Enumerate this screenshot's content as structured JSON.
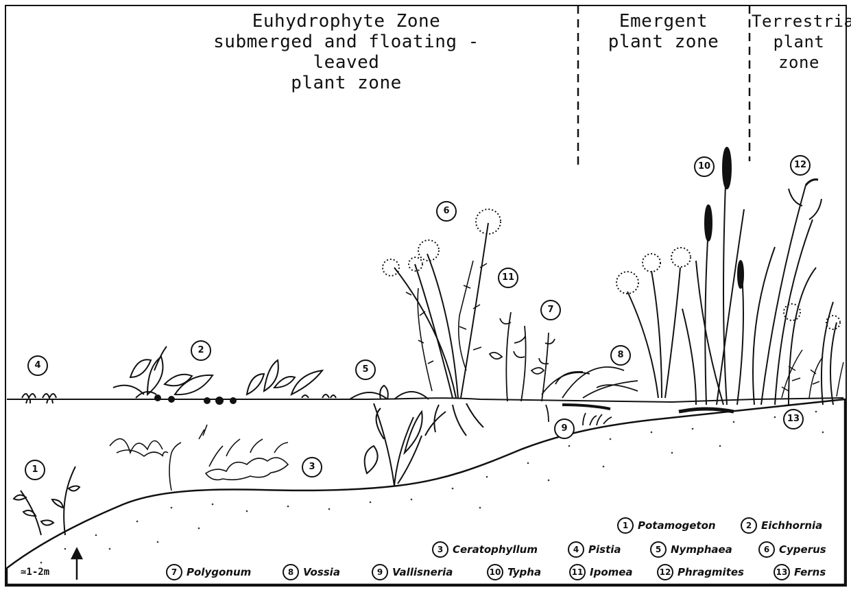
{
  "zones": {
    "euhydrophyte": [
      "Euhydrophyte Zone",
      "submerged and floating - leaved",
      "plant zone"
    ],
    "emergent": [
      "Emergent",
      "plant zone"
    ],
    "terrestrial": [
      "Terrestrial",
      "plant zone"
    ]
  },
  "labels": {
    "l1": "1",
    "l2": "2",
    "l3": "3",
    "l4": "4",
    "l5": "5",
    "l6": "6",
    "l7": "7",
    "l8": "8",
    "l9": "9",
    "l10": "10",
    "l11": "11",
    "l12": "12",
    "l13": "13"
  },
  "legend": [
    {
      "num": "1",
      "name": "Potamogeton"
    },
    {
      "num": "2",
      "name": "Eichhornia"
    },
    {
      "num": "3",
      "name": "Ceratophyllum"
    },
    {
      "num": "4",
      "name": "Pistia"
    },
    {
      "num": "5",
      "name": "Nymphaea"
    },
    {
      "num": "6",
      "name": "Cyperus"
    },
    {
      "num": "7",
      "name": "Polygonum"
    },
    {
      "num": "8",
      "name": "Vossia"
    },
    {
      "num": "9",
      "name": "Vallisneria"
    },
    {
      "num": "10",
      "name": "Typha"
    },
    {
      "num": "11",
      "name": "Ipomea"
    },
    {
      "num": "12",
      "name": "Phragmites"
    },
    {
      "num": "13",
      "name": "Ferns"
    }
  ],
  "scale": "≃1-2m",
  "colors": {
    "ink": "#111111",
    "paper": "#ffffff"
  }
}
